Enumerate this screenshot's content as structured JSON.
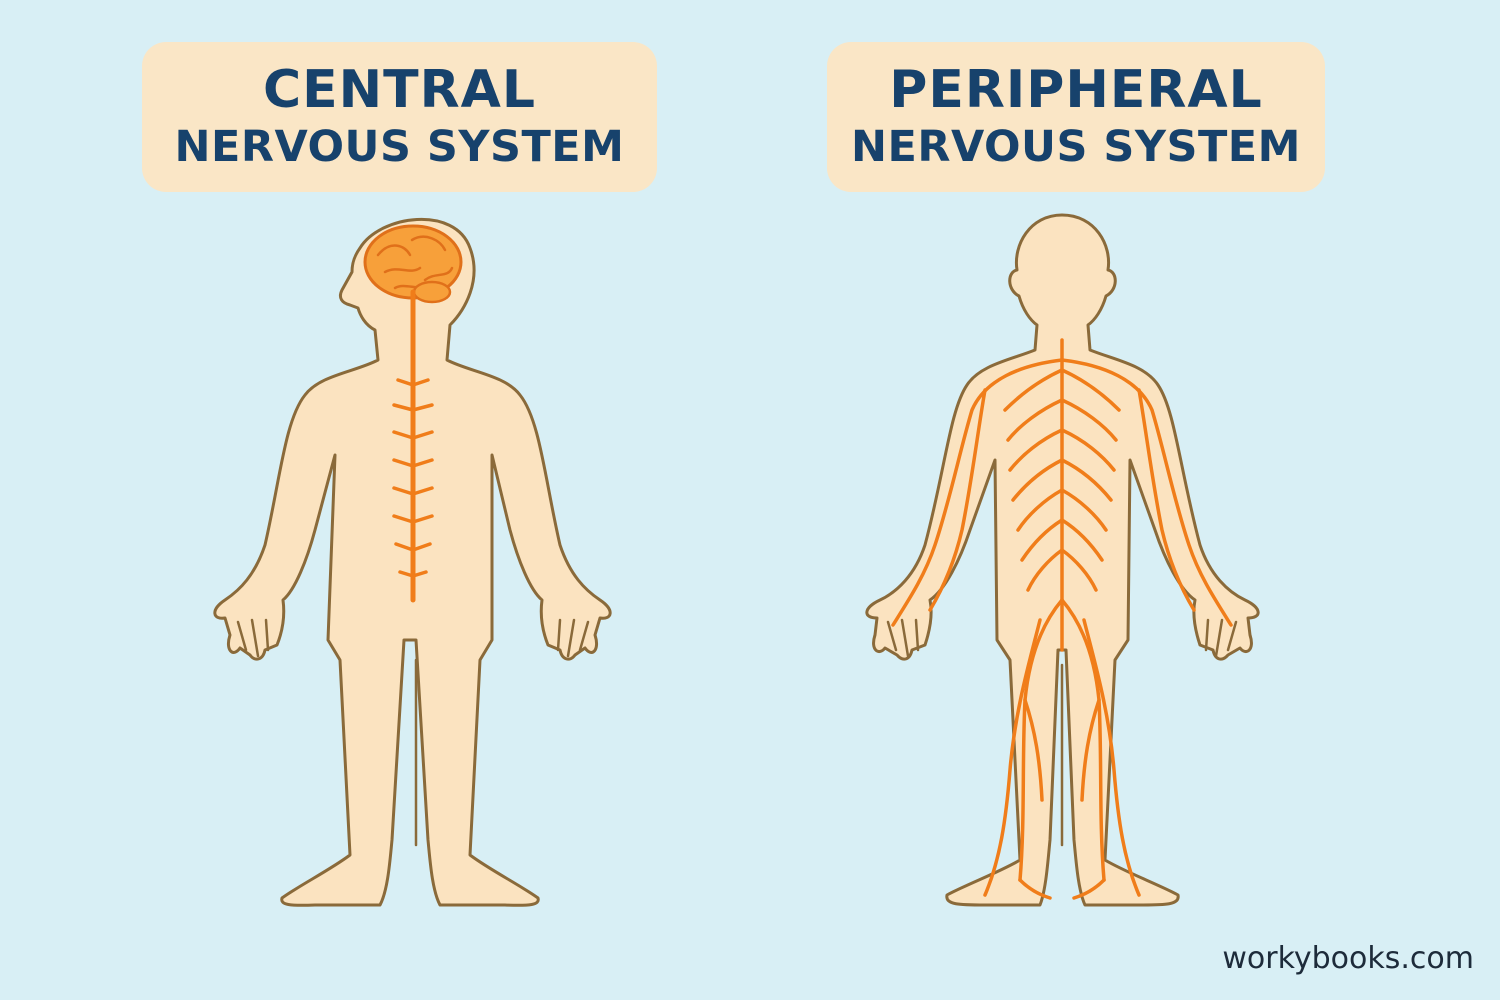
{
  "panels": [
    {
      "id": "central",
      "title_line1": "CENTRAL",
      "title_line2": "NERVOUS SYSTEM"
    },
    {
      "id": "peripheral",
      "title_line1": "PERIPHERAL",
      "title_line2": "NERVOUS SYSTEM"
    }
  ],
  "watermark": "workybooks.com",
  "colors": {
    "background": "#d8eff5",
    "title_box": "#fae6c6",
    "title_text": "#17426c",
    "body_fill": "#fbe3c0",
    "body_outline": "#8a6a3a",
    "nerve": "#f07d1a",
    "brain": "#f7a03a"
  }
}
